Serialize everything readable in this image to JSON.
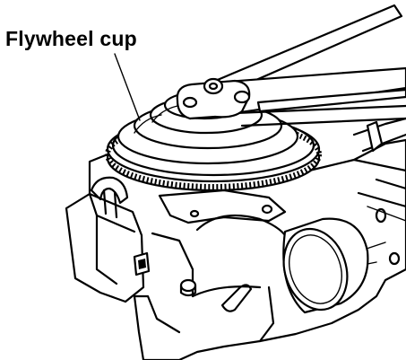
{
  "diagram": {
    "labels": {
      "flywheel_cup": "Flywheel cup"
    },
    "parts": [
      "flywheel-cup",
      "gear-ring",
      "removal-tool",
      "engine-block",
      "starter-motor",
      "ignition-module"
    ]
  }
}
